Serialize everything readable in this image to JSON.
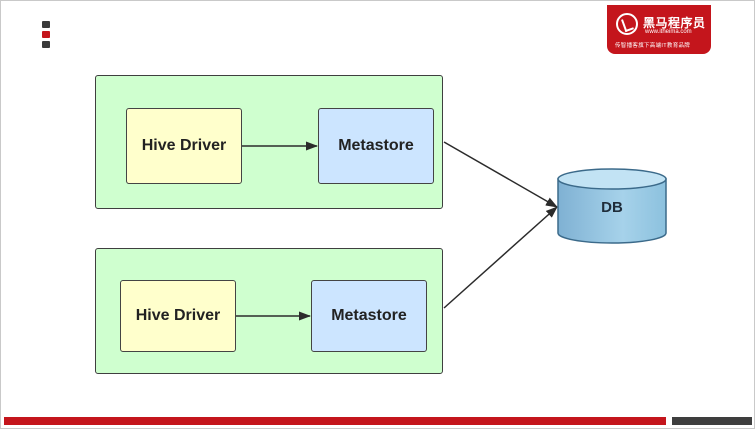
{
  "brand": {
    "name": "黑马程序员",
    "url": "www.itheima.com",
    "slogan": "传智播客旗下高端IT教育品牌",
    "color": "#c4151c"
  },
  "decor_colors": [
    "#3a3a3a",
    "#c4151c",
    "#3a3a3a"
  ],
  "groups": [
    {
      "driver_label": "Hive Driver",
      "metastore_label": "Metastore"
    },
    {
      "driver_label": "Hive Driver",
      "metastore_label": "Metastore"
    }
  ],
  "db": {
    "label": "DB"
  },
  "colors": {
    "group_fill": "#cfffcf",
    "driver_fill": "#ffffcc",
    "metastore_fill": "#cce5ff",
    "db_fill": "#9ec8e2",
    "footer_red": "#c4151c",
    "footer_gray": "#3e3e3e"
  }
}
